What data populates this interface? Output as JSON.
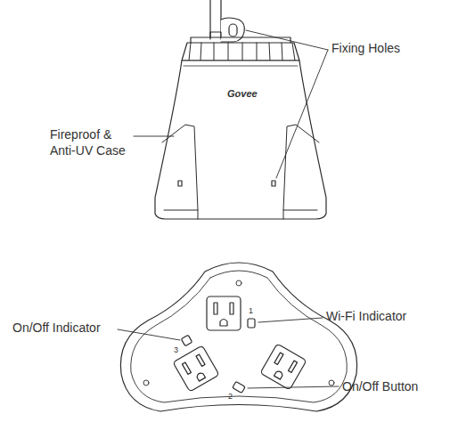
{
  "diagram": {
    "labels": [
      "Fixing Holes",
      "Fireproof & Anti-UV Case",
      "Govee",
      "On/Off Indicator",
      "Wi-Fi Indicator",
      "On/Off Button",
      "1",
      "3",
      "2"
    ]
  }
}
